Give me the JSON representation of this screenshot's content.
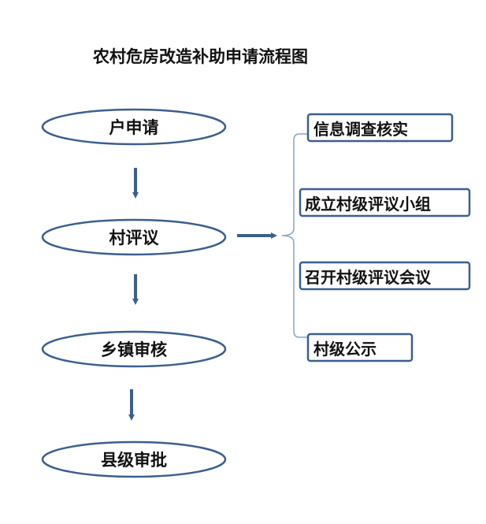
{
  "title": "农村危房改造补助申请流程图",
  "main_steps": [
    {
      "label": "户申请"
    },
    {
      "label": "村评议"
    },
    {
      "label": "乡镇审核"
    },
    {
      "label": "县级审批"
    }
  ],
  "sub_steps": [
    {
      "label": "信息调查核实"
    },
    {
      "label": "成立村级评议小组"
    },
    {
      "label": "召开村级评议会议"
    },
    {
      "label": "村级公示"
    }
  ],
  "colors": {
    "outline": "#3b5f8e",
    "arrow": "#3b5f8e",
    "text": "#111111"
  }
}
